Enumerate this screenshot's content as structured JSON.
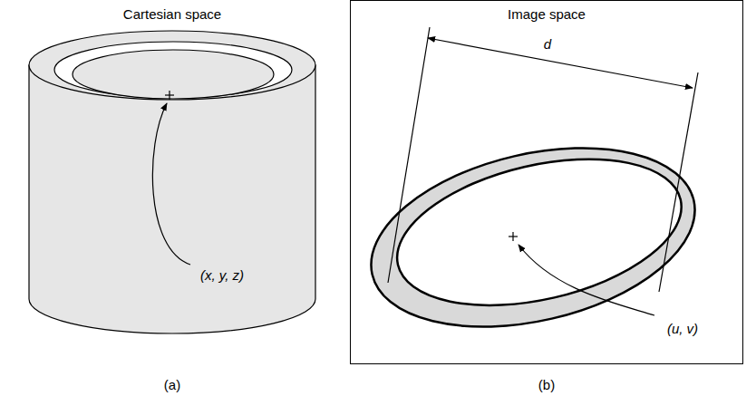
{
  "diagram": {
    "nodes": [
      {
        "text": [
          "Image space"
        ]
      }
    ],
    "labels": [
      "Cartesian space",
      "(x, y, z)",
      "(a)",
      "d",
      "(u, v)",
      "(b)"
    ]
  }
}
